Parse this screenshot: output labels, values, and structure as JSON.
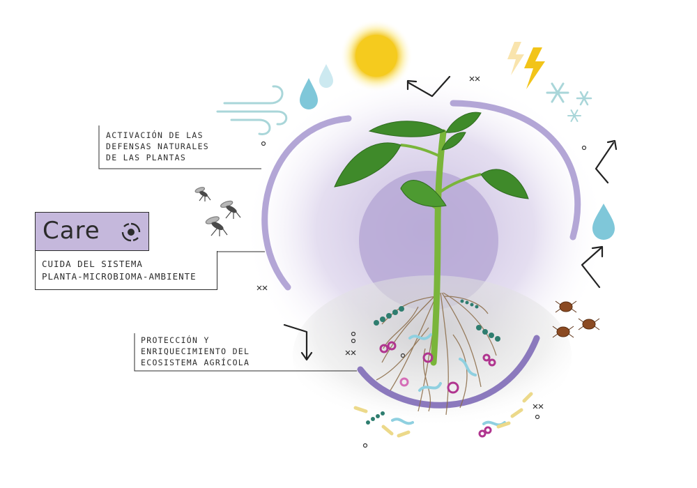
{
  "callouts": {
    "defenses": "ACTIVACIÓN DE LAS\nDEFENSAS NATURALES\nDE LAS PLANTAS",
    "ecosystem": "PROTECCIÓN Y\nENRIQUECIMIENTO DEL\nECOSISTEMA AGRÍCOLA"
  },
  "care": {
    "title": "Care",
    "subtitle": "CUIDA DEL SISTEMA\nPLANTA-MICROBIOMA-AMBIENTE"
  },
  "colors": {
    "ring": "#a99bcf",
    "ring_dark": "#8b79bd",
    "care_box": "#c5b8dc",
    "water": "#7fc7d9",
    "sun": "#f5cf2a",
    "leaf": "#3f8a2a",
    "microbe_teal": "#2e7d6f",
    "microbe_magenta": "#b0358f",
    "microbe_yellow": "#ecd98a"
  },
  "icons": [
    "sun-icon",
    "lightning-icon",
    "snowflake-icon",
    "wind-icon",
    "water-drop-icon",
    "mosquito-icon",
    "mite-icon",
    "arrow-icon",
    "microbe-icon",
    "care-logo-icon"
  ]
}
